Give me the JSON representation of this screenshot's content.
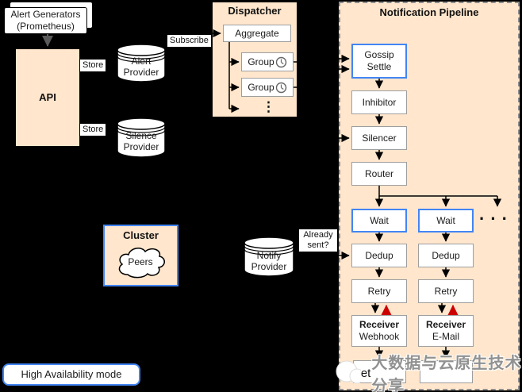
{
  "left": {
    "alert_generators": {
      "line1": "Alert Generators",
      "line2": "(Prometheus)"
    },
    "api": "API",
    "store_top": "Store",
    "store_bottom": "Store",
    "alert_provider": {
      "line1": "Alert",
      "line2": "Provider"
    },
    "silence_provider": {
      "line1": "Silence",
      "line2": "Provider"
    },
    "subscribe": "Subscribe"
  },
  "dispatcher": {
    "title": "Dispatcher",
    "aggregate": "Aggregate",
    "group1": "Group",
    "group2": "Group",
    "more": "⋮"
  },
  "pipeline": {
    "title": "Notification Pipeline",
    "gossip": {
      "line1": "Gossip",
      "line2": "Settle"
    },
    "inhibitor": "Inhibitor",
    "silencer": "Silencer",
    "router": "Router",
    "wait1": "Wait",
    "wait2": "Wait",
    "more": "···",
    "dedup1": "Dedup",
    "dedup2": "Dedup",
    "retry1": "Retry",
    "retry2": "Retry",
    "receiver1": {
      "line1": "Receiver",
      "line2": "Webhook"
    },
    "receiver2": {
      "line1": "Receiver",
      "line2": "E-Mail"
    }
  },
  "cluster": {
    "title": "Cluster",
    "peers": "Peers"
  },
  "notify": {
    "provider": {
      "line1": "Notify",
      "line2": "Provider"
    },
    "already_sent": {
      "line1": "Already",
      "line2": "sent?"
    }
  },
  "ha_label": "High Availability mode",
  "watermark": {
    "prefix": "et",
    "text": "大数据与云原生技术分享"
  },
  "colors": {
    "accent_blue": "#4285f4",
    "panel_cream": "#ffe6cc",
    "retry_red": "#cc0000"
  }
}
